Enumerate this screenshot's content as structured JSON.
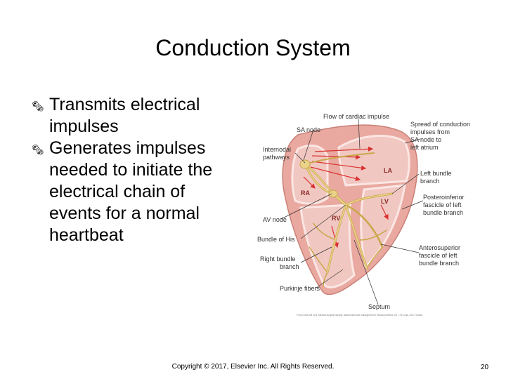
{
  "slide": {
    "title": "Conduction System",
    "bullets": [
      {
        "icon": "scroll-bullet-icon",
        "text": "Transmits electrical impulses"
      },
      {
        "icon": "scroll-bullet-icon",
        "text": "Generates impulses needed to initiate the electrical chain of events for a normal heartbeat"
      }
    ]
  },
  "figure": {
    "labels": {
      "flow": "Flow of cardiac impulse",
      "sa_node": "SA node",
      "internodal_1": "Internodal",
      "internodal_2": "pathways",
      "av_node": "AV node",
      "bundle_his": "Bundle of His",
      "right_bundle_1": "Right bundle",
      "right_bundle_2": "branch",
      "purkinje": "Purkinje fibers",
      "septum": "Septum",
      "spread_1": "Spread of conduction",
      "spread_2": "impulses from",
      "spread_3": "SA node to",
      "spread_4": "left atrium",
      "left_bundle_1": "Left bundle",
      "left_bundle_2": "branch",
      "postero_1": "Posteroinferior",
      "postero_2": "fascicle of left",
      "postero_3": "bundle branch",
      "antero_1": "Anterosuperior",
      "antero_2": "fascicle of left",
      "antero_3": "bundle branch",
      "ra": "RA",
      "la": "LA",
      "lv": "LV",
      "rv": "RV"
    },
    "credit": "From Lewis SM et al. Medical-surgical nursing: assessment and management of clinical problems, ed 7, St Louis, 2007, Mosby."
  },
  "footer": {
    "copyright": "Copyright © 2017, Elsevier Inc. All Rights Reserved.",
    "page": "20"
  },
  "colors": {
    "heart_outer": "#e9a9a0",
    "chamber": "#f1c7c2",
    "chamber_edge": "#fbe6e3",
    "conduction": "#ead389",
    "conduction_edge": "#c9a84a",
    "arrow": "#d9322e",
    "leader": "#333333"
  }
}
